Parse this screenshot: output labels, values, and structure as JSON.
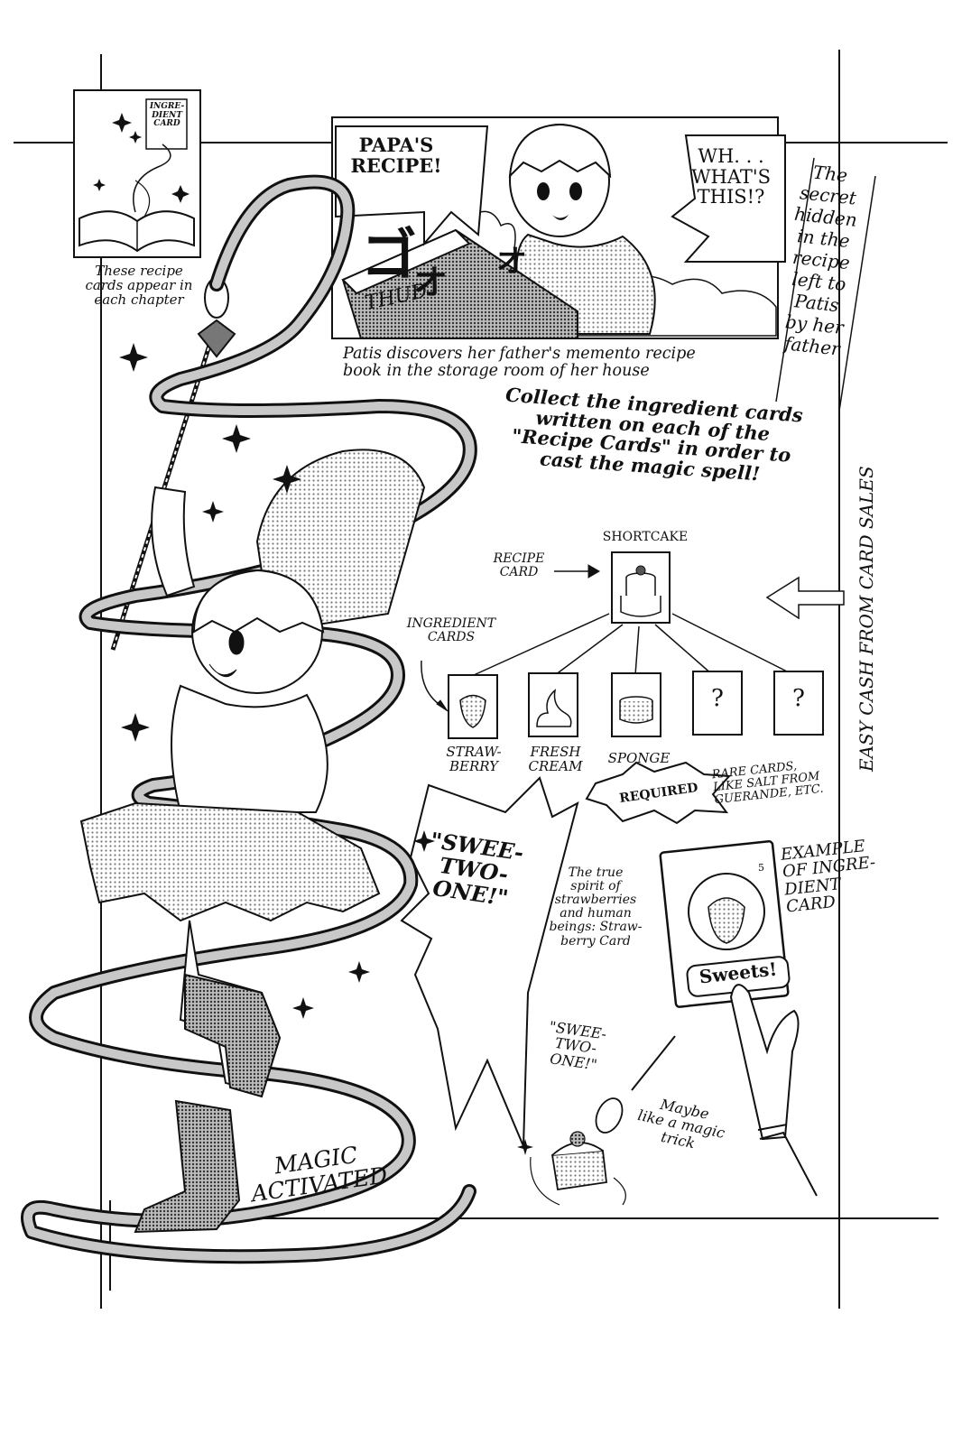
{
  "top_left_panel": {
    "card_label": "INGRE-\nDIENT\nCARD",
    "caption": "These recipe\ncards appear in\neach chapter"
  },
  "top_panel": {
    "papa_recipe": "PAPA'S\nRECIPE!",
    "sfx_jp": "ゴ",
    "sfx_jp2": "オ",
    "sfx_jp3": "オ",
    "sfx_thud": "THUD",
    "what_is_this": "WH. . .\nWHAT'S\nTHIS!?",
    "caption": "Patis discovers her father's memento recipe\nbook in the storage room of her house"
  },
  "side_note": "The\nsecret\nhidden\nin the\nrecipe\nleft to\nPatis\nby her\nfather",
  "collect_text": "Collect the ingredient cards\nwritten on each of the\n\"Recipe Cards\" in order to\ncast the magic spell!",
  "diagram": {
    "shortcake": "SHORTCAKE",
    "recipe_card": "RECIPE\nCARD",
    "ingredient_cards": "INGREDIENT\nCARDS",
    "cards": [
      {
        "label": "STRAW-\nBERRY",
        "icon": "strawberry-icon"
      },
      {
        "label": "FRESH\nCREAM",
        "icon": "cream-icon"
      },
      {
        "label": "SPONGE",
        "icon": "sponge-icon"
      },
      {
        "label": "?",
        "icon": "question-mark"
      },
      {
        "label": "?",
        "icon": "question-mark"
      }
    ],
    "required": "REQUIRED",
    "rare_cards": "RARE CARDS,\nLIKE SALT FROM\nGUERANDE, ETC."
  },
  "vertical_text": "EASY CASH FROM CARD SALES",
  "swee_two_one_big": "\"SWEE-\nTWO-\nONE!\"",
  "strawberry_note": "The true\nspirit of\nstrawberries\nand human\nbeings: Straw-\nberry Card",
  "example_label": "EXAMPLE\nOF INGRE-\nDIENT\nCARD",
  "example_card": {
    "banner": "Sweets!",
    "number": "5"
  },
  "swee_two_one_small": "\"SWEE-\nTWO-\nONE!\"",
  "magic_trick": "Maybe\nlike a magic\ntrick",
  "magic_activated": "MAGIC\nACTIVATED"
}
